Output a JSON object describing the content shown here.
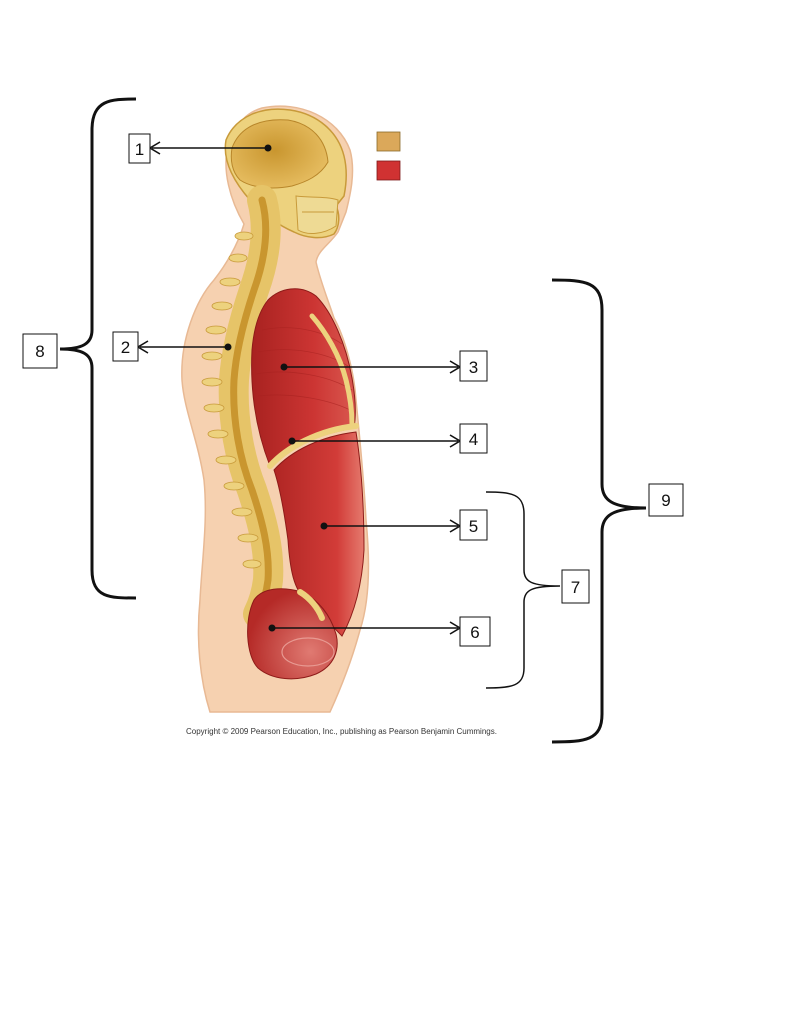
{
  "labels": {
    "l1": "1",
    "l2": "2",
    "l3": "3",
    "l4": "4",
    "l5": "5",
    "l6": "6",
    "l7": "7",
    "l8": "8",
    "l9": "9"
  },
  "copyright": "Copyright © 2009 Pearson Education, Inc., publishing as Pearson Benjamin Cummings.",
  "legend": {
    "swatches": [
      {
        "color": "#DBA85A"
      },
      {
        "color": "#D03232"
      }
    ]
  },
  "colors": {
    "skin": "#F6D1B0",
    "bone": "#E8C56A",
    "cavity_gold": "#D9A441",
    "organ_red": "#C8302E",
    "organ_red_dark": "#A3201F"
  }
}
